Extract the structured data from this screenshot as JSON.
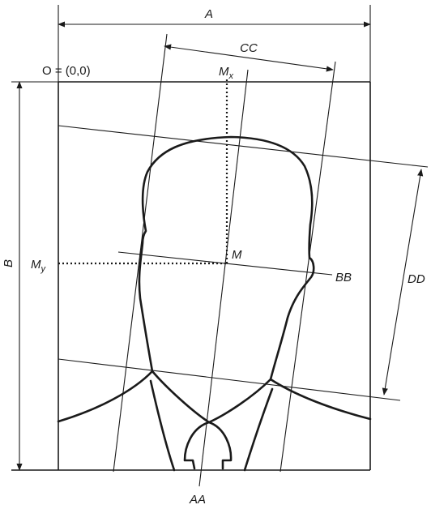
{
  "labels": {
    "A": "A",
    "B": "B",
    "CC": "CC",
    "DD": "DD",
    "AA": "AA",
    "BB": "BB",
    "M": "M",
    "Mx_base": "M",
    "Mx_sub": "x",
    "My_base": "M",
    "My_sub": "y",
    "origin": "O = (0,0)"
  }
}
